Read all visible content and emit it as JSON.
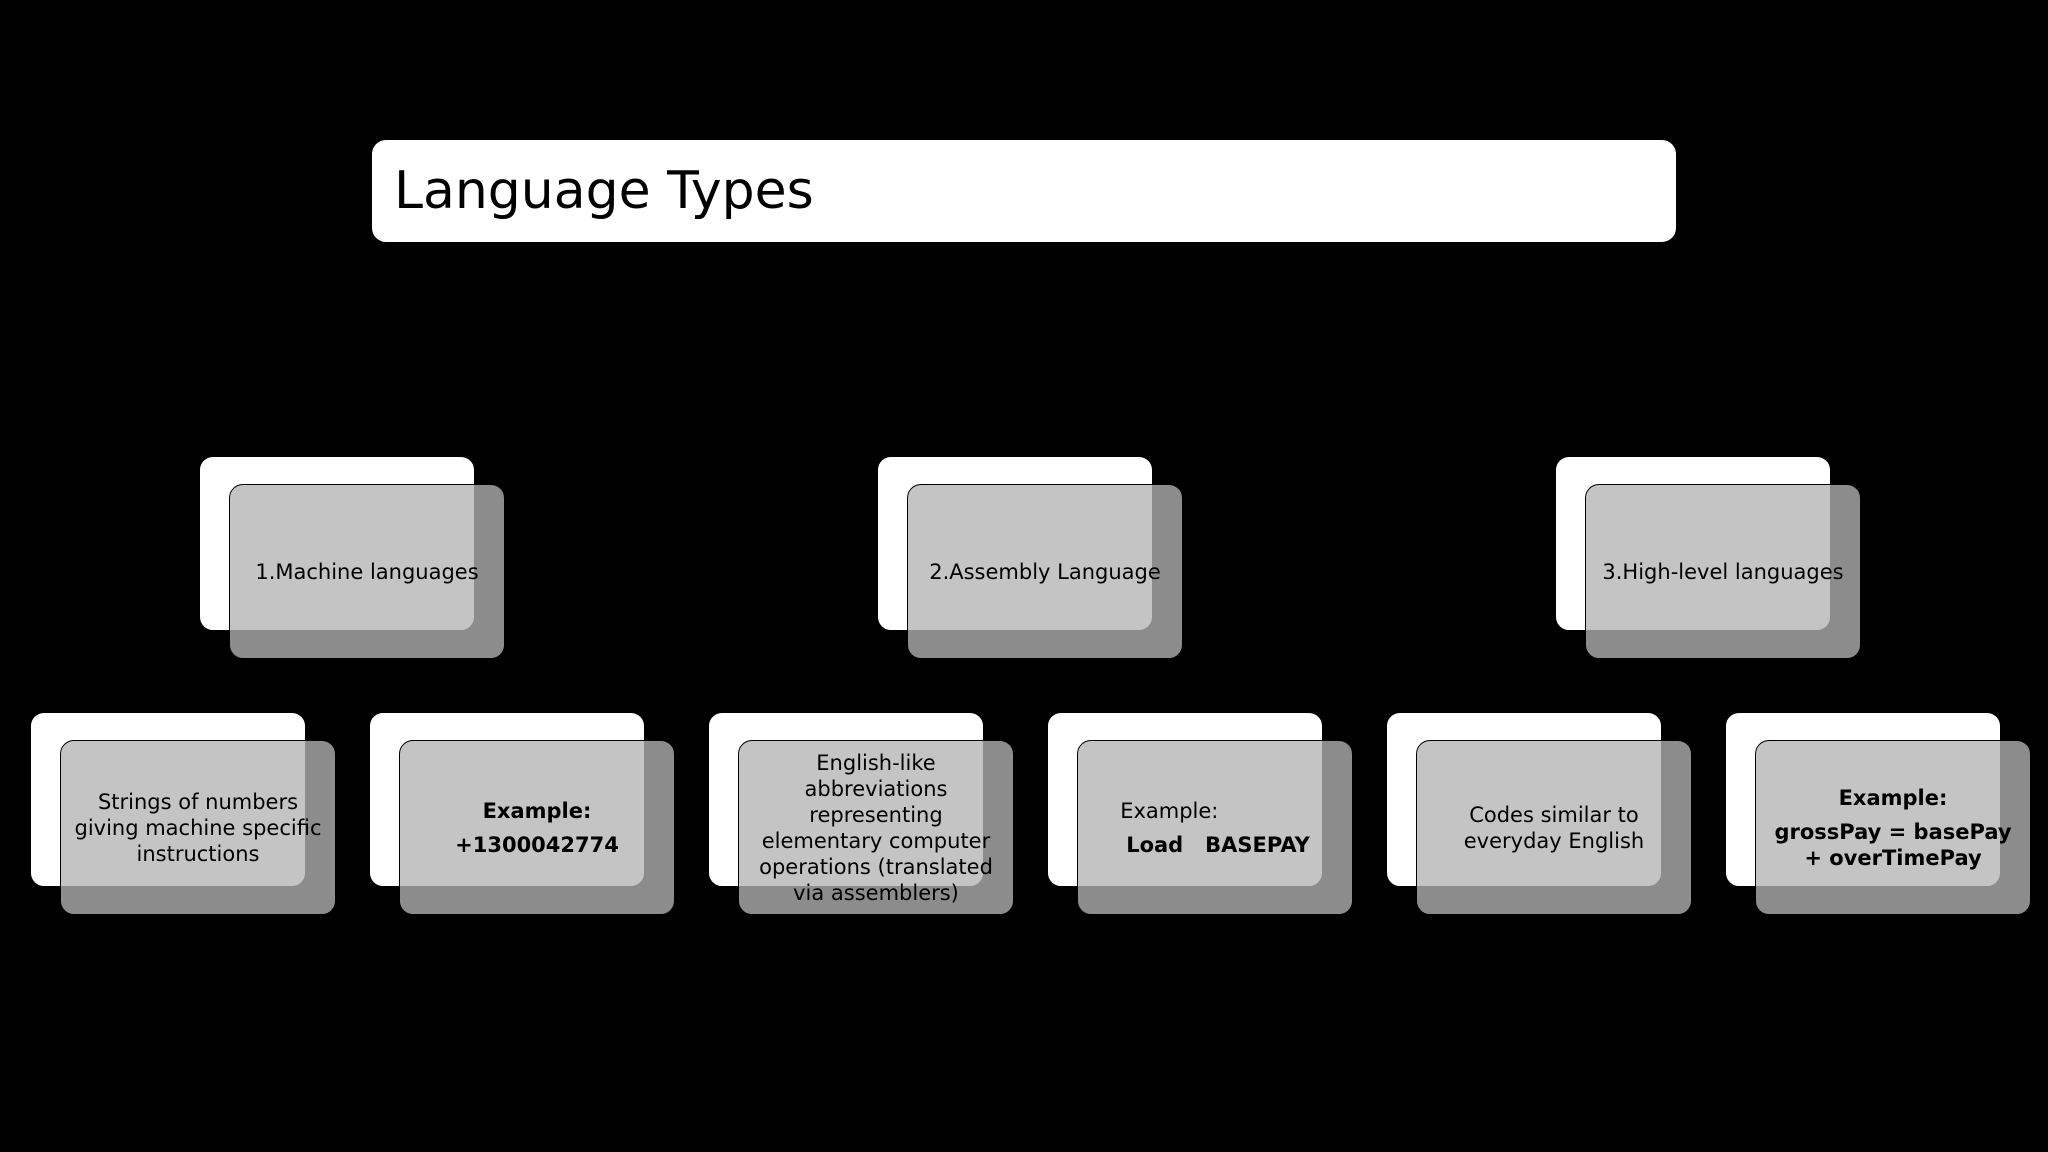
{
  "title": "Language Types",
  "categories": [
    {
      "label": "1.Machine languages",
      "description": "Strings of numbers giving machine specific instructions",
      "example_label": "Example:",
      "example_value": "+1300042774"
    },
    {
      "label": "2.Assembly Language",
      "description": "English-like abbreviations representing elementary computer operations (translated via assemblers)",
      "example_label": "Example:",
      "example_value": "Load   BASEPAY"
    },
    {
      "label": "3.High-level languages",
      "description": "Codes similar to everyday English",
      "example_label": "Example:",
      "example_value": "grossPay = basePay + overTimePay"
    }
  ]
}
